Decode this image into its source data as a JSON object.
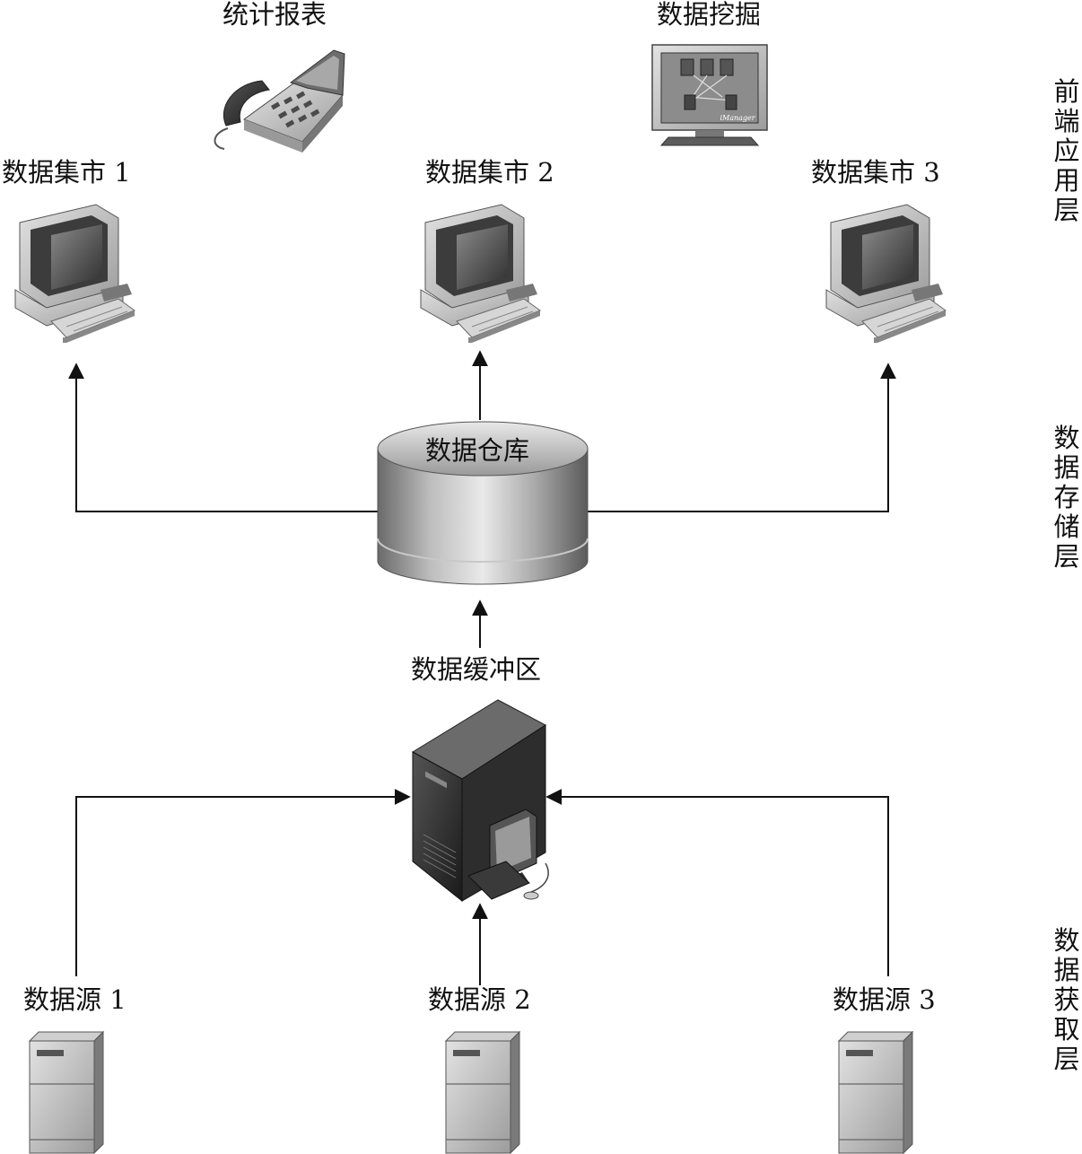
{
  "front": {
    "report_label": "统计报表",
    "mining_label": "数据挖掘",
    "mining_screen_text": "iManager",
    "mart1_label": "数据集市 1",
    "mart2_label": "数据集市 2",
    "mart3_label": "数据集市 3"
  },
  "storage": {
    "warehouse_label": "数据仓库"
  },
  "acquisition": {
    "buffer_label": "数据缓冲区",
    "source1_label": "数据源 1",
    "source2_label": "数据源 2",
    "source3_label": "数据源 3"
  },
  "layers": {
    "front_layer": "前端应用层",
    "storage_layer": "数据存储层",
    "acquisition_layer": "数据获取层"
  }
}
